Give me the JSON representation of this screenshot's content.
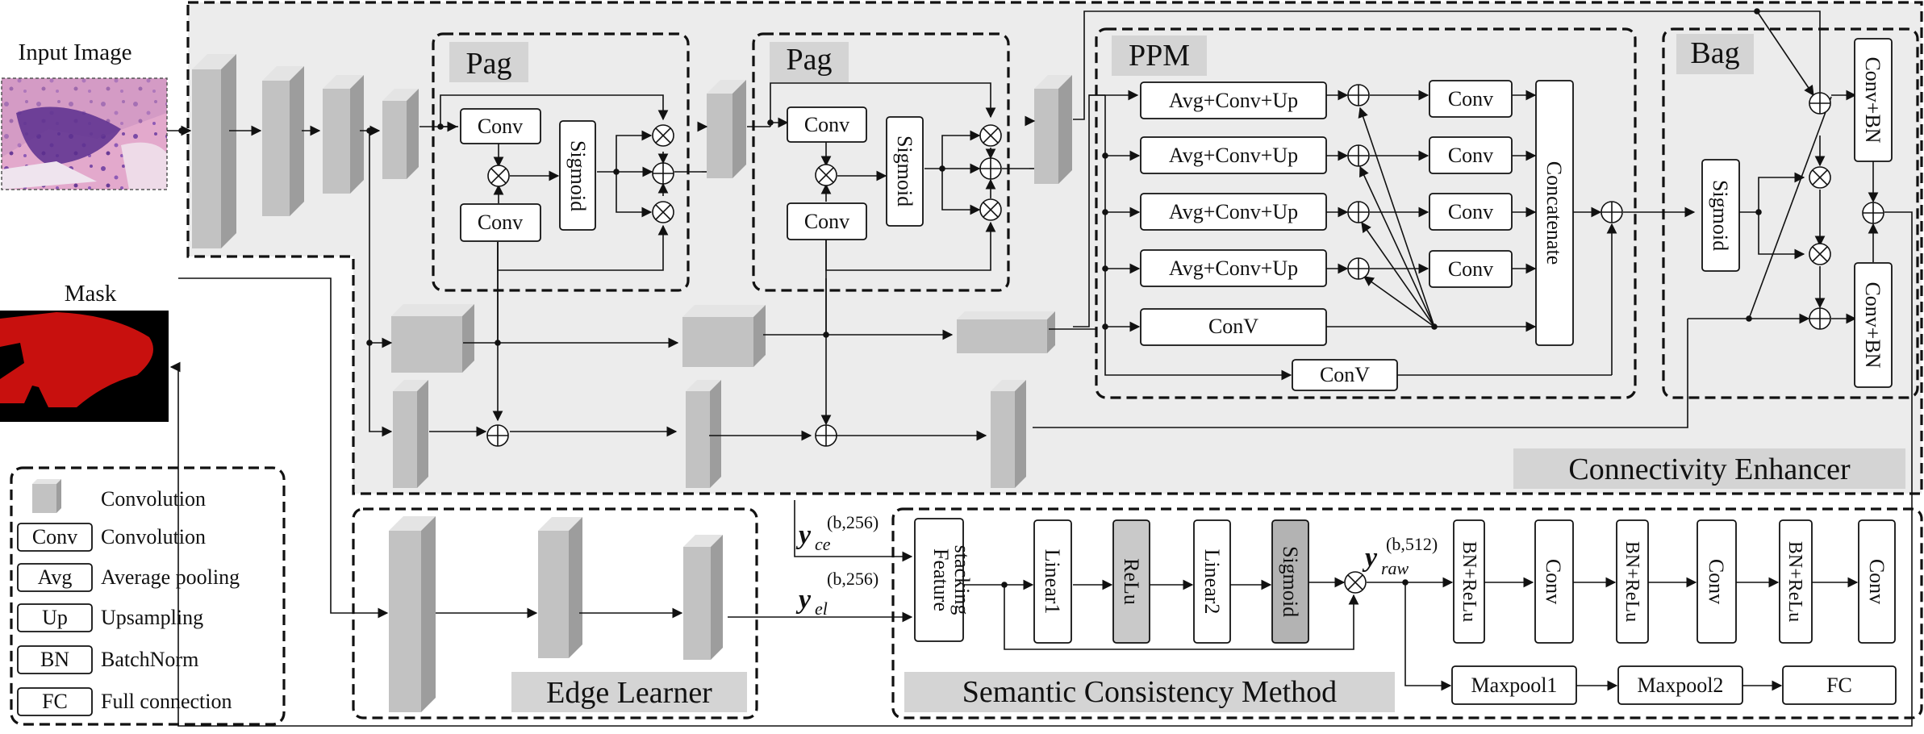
{
  "labels": {
    "input_image": "Input Image",
    "mask": "Mask",
    "pag1": "Pag",
    "pag2": "Pag",
    "ppm": "PPM",
    "bag": "Bag",
    "connectivity_enhancer": "Connectivity Enhancer",
    "edge_learner": "Edge Learner",
    "semantic_consistency_method": "Semantic Consistency Method"
  },
  "pag": {
    "conv": "Conv",
    "sigmoid": "Sigmoid"
  },
  "ppm": {
    "branch": "Avg+Conv+Up",
    "conv": "Conv",
    "conv_v": "ConV",
    "concatenate": "Concatenate"
  },
  "bag": {
    "sigmoid": "Sigmoid",
    "conv_bn": "Conv+BN"
  },
  "scm": {
    "feature_stacking": [
      "Feature",
      "stacking"
    ],
    "linear1": "Linear1",
    "relu": "ReLu",
    "linear2": "Linear2",
    "sigmoid": "Sigmoid",
    "bn_relu": "BN+ReLu",
    "conv": "Conv",
    "maxpool1": "Maxpool1",
    "maxpool2": "Maxpool2",
    "fc": "FC"
  },
  "vars": {
    "y": "y",
    "ce": "ce",
    "el": "el",
    "raw": "raw",
    "b256": "(b,256)",
    "b512": "(b,512)"
  },
  "legend": [
    {
      "key": "",
      "text": "Convolution",
      "icon": "cube-icon"
    },
    {
      "key": "Conv",
      "text": "Convolution"
    },
    {
      "key": "Avg",
      "text": "Average pooling"
    },
    {
      "key": "Up",
      "text": "Upsampling"
    },
    {
      "key": "BN",
      "text": "BatchNorm"
    },
    {
      "key": "FC",
      "text": "Full connection"
    }
  ],
  "colors": {
    "panel_fill": "#ececec",
    "tag_fill": "#d4d4d4",
    "mask_bg": "#000000",
    "mask_fg": "#c8100e",
    "tissue_pink": "#d88fb8",
    "tissue_purple": "#5a2f8e"
  }
}
